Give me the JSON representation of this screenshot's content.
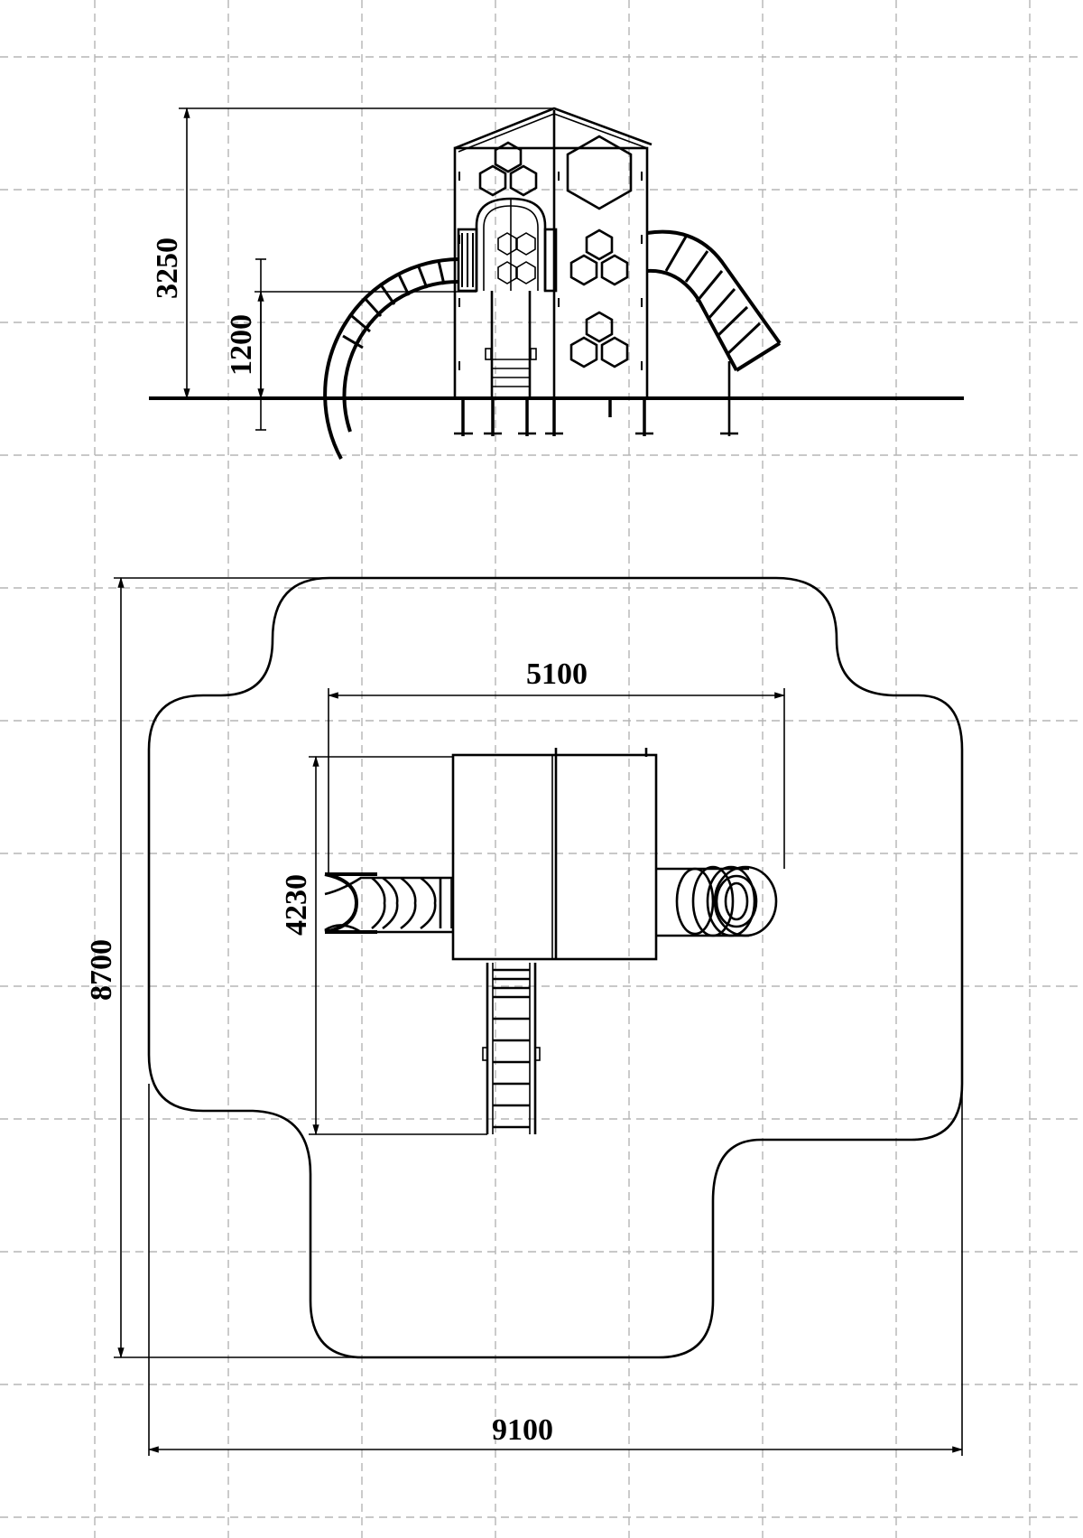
{
  "drawing": {
    "elevation": {
      "height_total": "3250",
      "height_platform": "1200"
    },
    "plan": {
      "width_equipment": "5100",
      "depth_equipment": "4230",
      "depth_zone": "8700",
      "width_zone": "9100"
    }
  }
}
